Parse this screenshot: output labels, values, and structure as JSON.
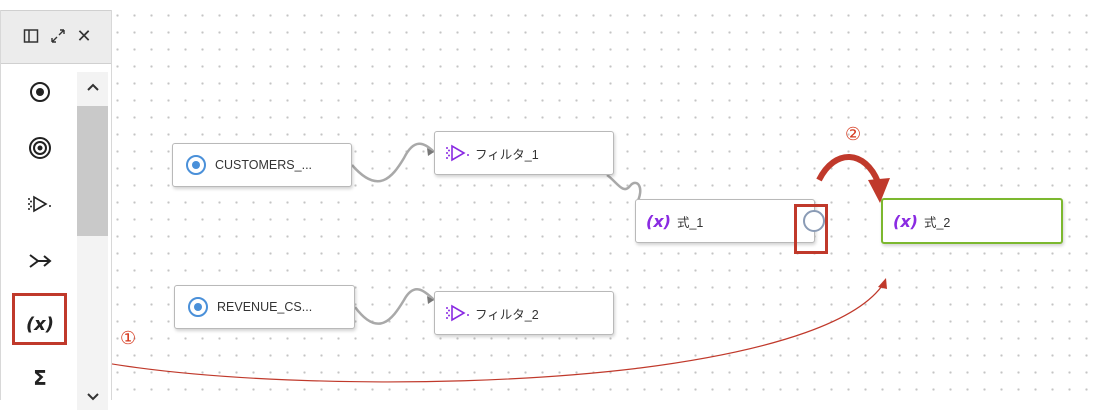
{
  "palette": {
    "header_icons": [
      "sidebar-panel-icon",
      "expand-icon",
      "close-icon"
    ],
    "tools": [
      {
        "name": "source-tool",
        "icon": "circle-dot-icon"
      },
      {
        "name": "target-tool",
        "icon": "double-circle-icon"
      },
      {
        "name": "filter-tool",
        "icon": "filter-icon"
      },
      {
        "name": "join-tool",
        "icon": "join-arrow-icon"
      },
      {
        "name": "expression-tool",
        "label": "(x)"
      },
      {
        "name": "aggregate-tool",
        "label": "Σ"
      }
    ]
  },
  "nodes": {
    "customers": {
      "label": "CUSTOMERS_..."
    },
    "filter1": {
      "label": "フィルタ_1"
    },
    "expr1": {
      "icon": "(x)",
      "label": "式_1"
    },
    "expr2": {
      "icon": "(x)",
      "label": "式_2"
    },
    "revenue": {
      "label": "REVENUE_CS..."
    },
    "filter2": {
      "label": "フィルタ_2"
    }
  },
  "annotations": {
    "step1": "①",
    "step2": "②"
  },
  "colors": {
    "accent": "#8a2be2",
    "source_blue": "#4a90d9",
    "selected_border": "#7cb82f",
    "annotation_red": "#c0392b"
  }
}
